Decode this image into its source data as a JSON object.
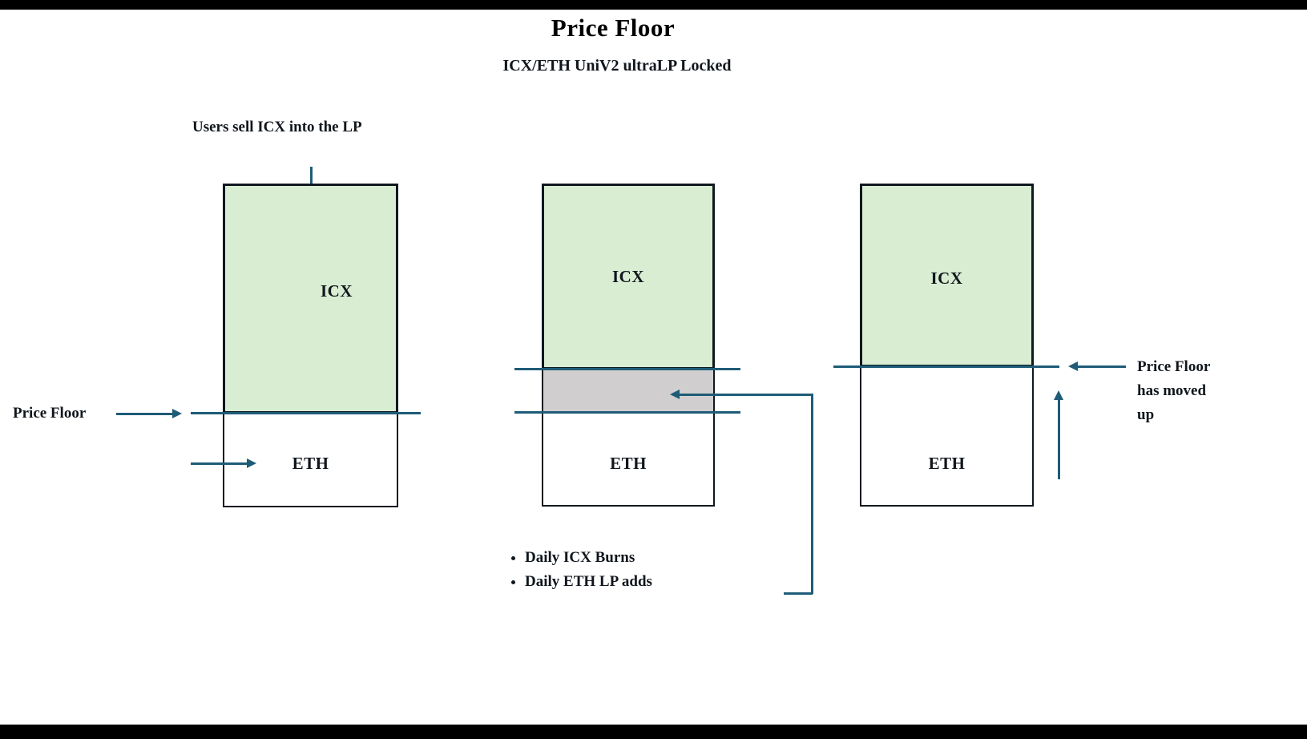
{
  "page": {
    "title": "Price Floor",
    "subtitle": "ICX/ETH UniV2 ultraLP Locked"
  },
  "labels": {
    "users_sell": "Users sell ICX into the LP",
    "price_floor": "Price Floor",
    "moved_line1": "Price Floor",
    "moved_line2": "has moved",
    "moved_line3": "up"
  },
  "bullets": {
    "item1": "Daily ICX Burns",
    "item2": "Daily ETH LP adds"
  },
  "boxes": {
    "left": {
      "top_label": "ICX",
      "bottom_label": "ETH"
    },
    "middle": {
      "top_label": "ICX",
      "bottom_label": "ETH"
    },
    "right": {
      "top_label": "ICX",
      "bottom_label": "ETH"
    }
  },
  "colors": {
    "icx_fill": "#d8edd2",
    "burn_band_fill": "#d0cece",
    "line": "#1e5c78",
    "box_border": "#101820"
  }
}
